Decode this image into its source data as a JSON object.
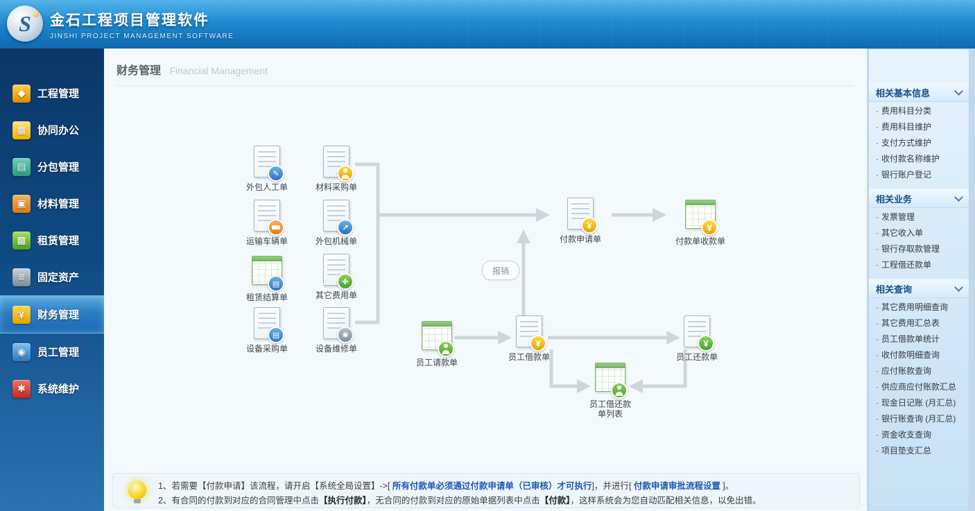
{
  "header": {
    "title": "金石工程项目管理软件",
    "subtitle": "JINSHI PROJECT MANAGEMENT SOFTWARE",
    "logo": "jinshi-swirl-logo"
  },
  "colors": {
    "header_blue": "#1f8ace",
    "sidebar_blue": "#0f4a84",
    "active_item_blue": "#2c7ec2",
    "link_blue": "#1d58b8",
    "section_title_blue": "#17508c"
  },
  "sidebar": {
    "items": [
      {
        "label": "工程管理",
        "icon": "worker-icon",
        "active": false
      },
      {
        "label": "协同办公",
        "icon": "office-grid-icon",
        "active": false
      },
      {
        "label": "分包管理",
        "icon": "subcontract-layers-icon",
        "active": false
      },
      {
        "label": "材料管理",
        "icon": "material-box-icon",
        "active": false
      },
      {
        "label": "租赁管理",
        "icon": "lease-cubes-icon",
        "active": false
      },
      {
        "label": "固定资产",
        "icon": "fixed-assets-icon",
        "active": false
      },
      {
        "label": "财务管理",
        "icon": "finance-coins-icon",
        "active": true
      },
      {
        "label": "员工管理",
        "icon": "employee-people-icon",
        "active": false
      },
      {
        "label": "系统维护",
        "icon": "system-toolbox-icon",
        "active": false
      }
    ]
  },
  "main": {
    "title": "财务管理",
    "subtitle": "Financial Management",
    "flow": {
      "bubble": "报销",
      "nodes": [
        {
          "label": "外包人工单",
          "icon": "doc-pencil-icon"
        },
        {
          "label": "材料采购单",
          "icon": "doc-person-icon"
        },
        {
          "label": "运输车辆单",
          "icon": "doc-truck-icon"
        },
        {
          "label": "外包机械单",
          "icon": "doc-arrow-icon"
        },
        {
          "label": "租赁结算单",
          "icon": "grid-docs-icon"
        },
        {
          "label": "其它费用单",
          "icon": "doc-plus-icon"
        },
        {
          "label": "设备采购单",
          "icon": "doc-docs-icon"
        },
        {
          "label": "设备维修单",
          "icon": "doc-gear-icon"
        },
        {
          "label": "付款申请单",
          "icon": "payment-hand-coin-icon"
        },
        {
          "label": "付款单收款单",
          "icon": "grid-coin-icon"
        },
        {
          "label": "员工请款单",
          "icon": "grid-person-icon"
        },
        {
          "label": "员工借款单",
          "icon": "doc-coin-icon"
        },
        {
          "label": "员工还款单",
          "icon": "doc-coin-green-icon"
        },
        {
          "label": "员工借还款",
          "label2": "单列表",
          "icon": "grid-person-icon"
        }
      ]
    }
  },
  "right_panel": {
    "sections": [
      {
        "title": "相关基本信息",
        "items": [
          "费用科目分类",
          "费用科目维护",
          "支付方式维护",
          "收付款名称维护",
          "银行账户登记"
        ]
      },
      {
        "title": "相关业务",
        "items": [
          "发票管理",
          "其它收入单",
          "银行存取款管理",
          "工程借还款单"
        ]
      },
      {
        "title": "相关查询",
        "items": [
          "其它费用明细查询",
          "其它费用汇总表",
          "员工借款单统计",
          "收付款明细查询",
          "应付账款查询",
          "供应商应付账款汇总",
          "现金日记账 (月汇总)",
          "银行账查询 (月汇总)",
          "资金收支查询",
          "项目垫支汇总"
        ]
      }
    ]
  },
  "notes": {
    "line1": [
      {
        "text": "1、若需要【付款申请】该流程，请开启【系统全局设置】->[ "
      },
      {
        "text": "所有付款单必须通过付款申请单（已审核）才可执行"
      },
      {
        "text": "]，并进行[ "
      },
      {
        "text": "付款申请审批流程设置"
      },
      {
        "text": " ]。"
      }
    ],
    "line2": [
      {
        "text": "2、有合同的付款到对应的合同管理中点击"
      },
      {
        "text": "【执行付款】"
      },
      {
        "text": "，无合同的付款到对应的原始单据列表中点击"
      },
      {
        "text": "【付款】"
      },
      {
        "text": "，这样系统会为您自动匹配相关信息，以免出错。"
      }
    ]
  }
}
